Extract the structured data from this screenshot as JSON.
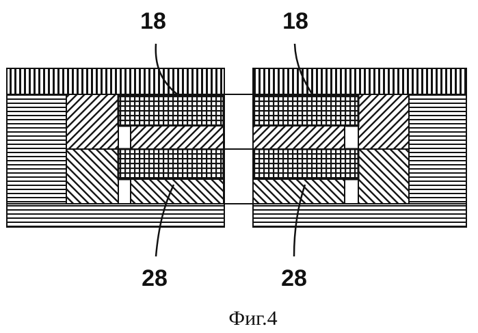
{
  "figure": {
    "caption": "Фиг.4",
    "labels": {
      "top_left": "18",
      "top_right": "18",
      "bottom_left": "28",
      "bottom_right": "28"
    }
  }
}
